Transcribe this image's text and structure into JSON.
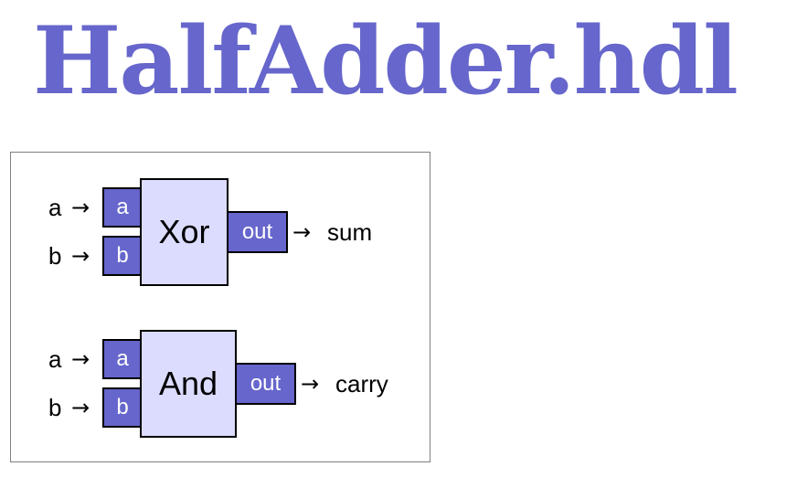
{
  "title": "HalfAdder.hdl",
  "colors": {
    "title": "#6666cc",
    "pin_fill": "#6666cc",
    "chip_fill": "#dcdcff"
  },
  "xor_gate": {
    "in_a_label": "a",
    "in_b_label": "b",
    "pin_a": "a",
    "pin_b": "b",
    "chip_name": "Xor",
    "pin_out": "out",
    "out_label": "sum"
  },
  "and_gate": {
    "in_a_label": "a",
    "in_b_label": "b",
    "pin_a": "a",
    "pin_b": "b",
    "chip_name": "And",
    "pin_out": "out",
    "out_label": "carry"
  },
  "arrow_glyph": "→"
}
